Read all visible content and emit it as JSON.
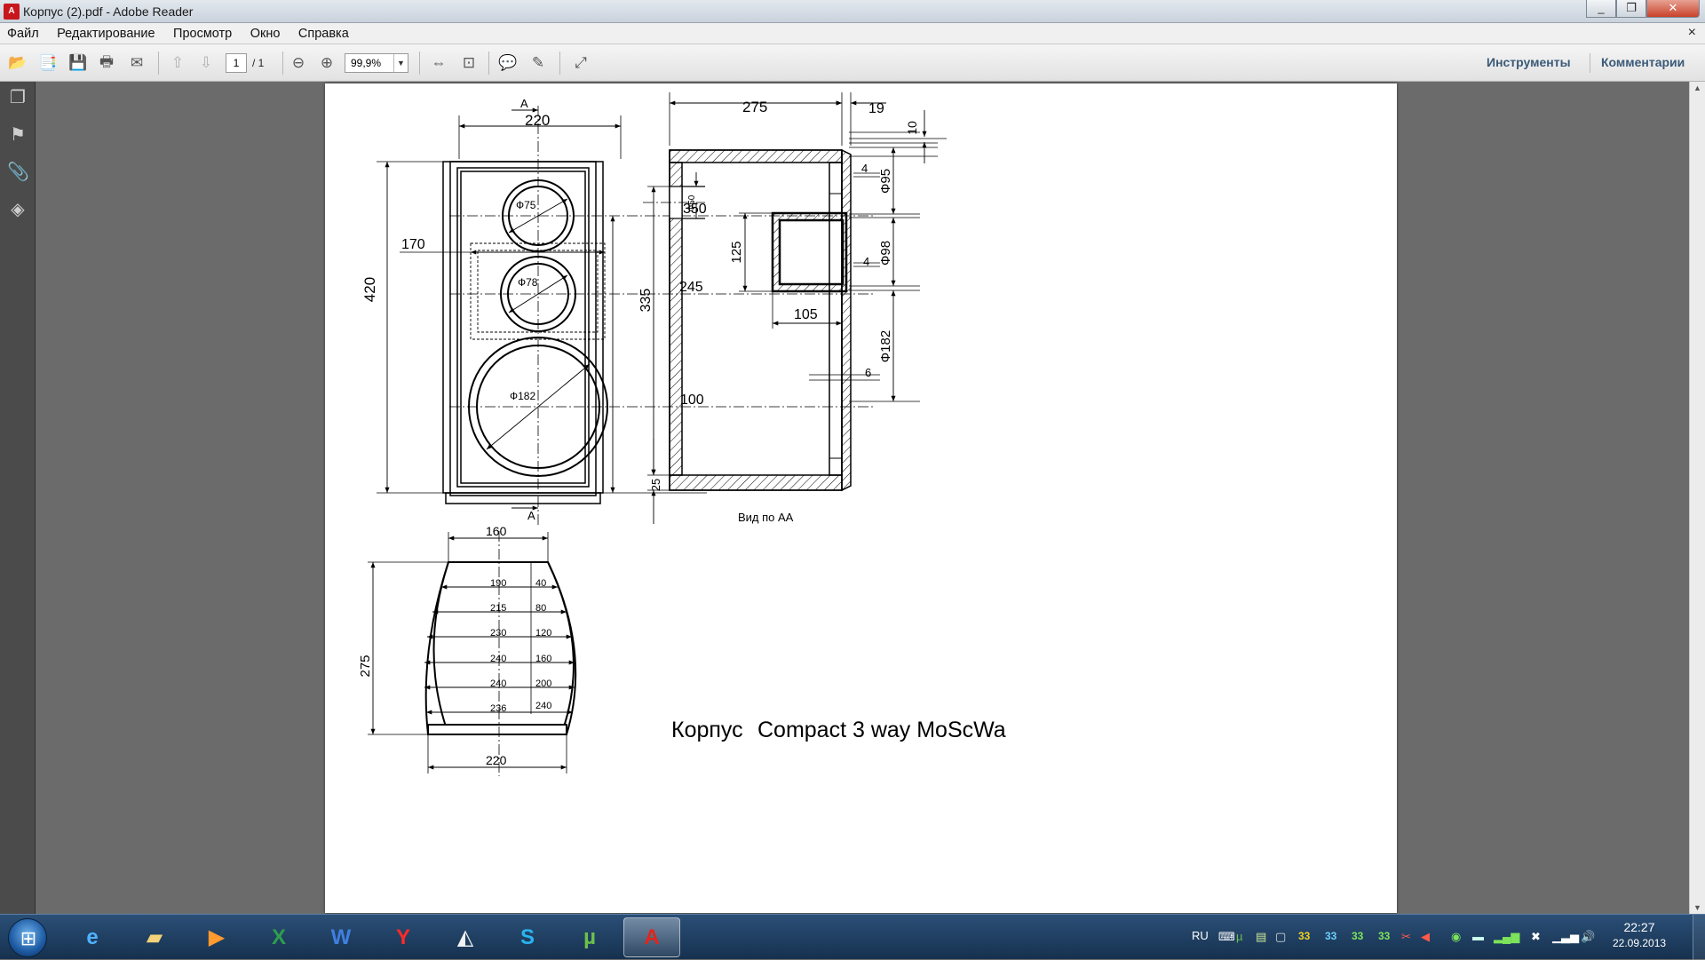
{
  "window": {
    "title": "Корпус (2).pdf - Adobe Reader",
    "app_icon": "adobe-reader-icon"
  },
  "menu": {
    "items": [
      "Файл",
      "Редактирование",
      "Просмотр",
      "Окно",
      "Справка"
    ]
  },
  "toolbar": {
    "page_current": "1",
    "page_total": "/ 1",
    "zoom": "99,9%",
    "tools_label": "Инструменты",
    "comments_label": "Комментарии"
  },
  "drawing": {
    "front": {
      "width_top": "220",
      "height": "420",
      "d_tweeter": "Ф75",
      "d_mid": "Ф78",
      "d_woofer": "Ф182",
      "frame_w": "170",
      "y_tweeter": "350",
      "y_mid": "245",
      "y_woofer": "100",
      "section_top": "A",
      "section_bottom": "A"
    },
    "side": {
      "depth": "275",
      "front_thick": "19",
      "offset_top": "10",
      "port_d": "Ф50",
      "recess_4a": "4",
      "d95": "Ф95",
      "chamber_h": "125",
      "chamber_w": "105",
      "recess_4b": "4",
      "d98": "Ф98",
      "height": "335",
      "recess_6": "6",
      "d182": "Ф182",
      "base": "25",
      "caption": "Вид по АА"
    },
    "top": {
      "front_w": "160",
      "depth": "275",
      "back_w": "220",
      "rows": [
        {
          "width": "190",
          "pos": "40"
        },
        {
          "width": "215",
          "pos": "80"
        },
        {
          "width": "230",
          "pos": "120"
        },
        {
          "width": "240",
          "pos": "160"
        },
        {
          "width": "240",
          "pos": "200"
        },
        {
          "width": "236",
          "pos": "240"
        }
      ]
    },
    "title_main": "Корпус",
    "title_sub": "Compact 3 way MoScWa"
  },
  "tray": {
    "lang": "RU",
    "nums": [
      "33",
      "33",
      "33",
      "33"
    ],
    "num_colors": [
      "#f0d020",
      "#6bd0ff",
      "#7de35b",
      "#7de35b"
    ],
    "time": "22:27",
    "date": "22.09.2013"
  }
}
